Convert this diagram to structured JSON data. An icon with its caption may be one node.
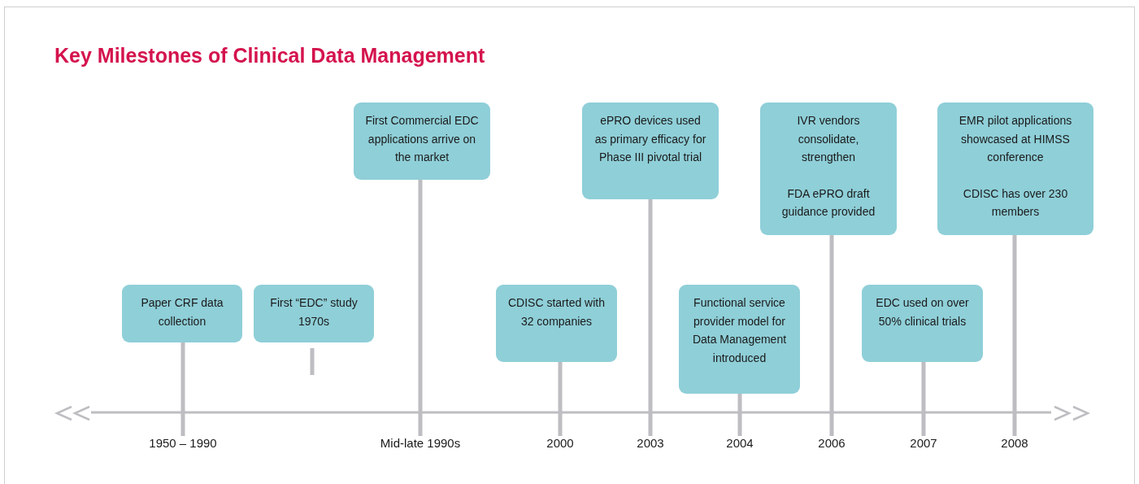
{
  "diagram": {
    "title": "Key Milestones of Clinical Data Management",
    "nodes": [
      {
        "text": [
          "Paper CRF data collection"
        ]
      },
      {
        "text": [
          "First “EDC” study 1970s"
        ]
      },
      {
        "text": [
          "First Commercial EDC applications arrive on the market"
        ]
      },
      {
        "text": [
          "CDISC started with 32 companies"
        ]
      },
      {
        "text": [
          "ePRO devices used as primary efficacy for Phase III pivotal trial"
        ]
      },
      {
        "text": [
          "Functional service provider model for Data Management introduced"
        ]
      },
      {
        "text": [
          "IVR vendors consolidate, strengthen",
          "FDA ePRO draft guidance provided"
        ]
      },
      {
        "text": [
          "EDC used on over 50% clinical trials"
        ]
      },
      {
        "text": [
          "EMR pilot applications showcased at HIMSS conference",
          "CDISC has over 230 members"
        ]
      },
      {
        "text": [
          "1950 – 1990"
        ]
      },
      {
        "text": [
          "Mid-late 1990s"
        ]
      },
      {
        "text": [
          "2000"
        ]
      },
      {
        "text": [
          "2003"
        ]
      },
      {
        "text": [
          "2004"
        ]
      },
      {
        "text": [
          "2006"
        ]
      },
      {
        "text": [
          "2007"
        ]
      },
      {
        "text": [
          "2008"
        ]
      }
    ],
    "edges": [
      {
        "from": 0,
        "to": 9,
        "arrow": "none"
      },
      {
        "from": 2,
        "to": 10,
        "arrow": "none"
      },
      {
        "from": 3,
        "to": 11,
        "arrow": "none"
      },
      {
        "from": 4,
        "to": 12,
        "arrow": "none"
      },
      {
        "from": 5,
        "to": 13,
        "arrow": "none"
      },
      {
        "from": 6,
        "to": 14,
        "arrow": "none"
      },
      {
        "from": 7,
        "to": 15,
        "arrow": "none"
      },
      {
        "from": 8,
        "to": 16,
        "arrow": "none"
      }
    ]
  }
}
